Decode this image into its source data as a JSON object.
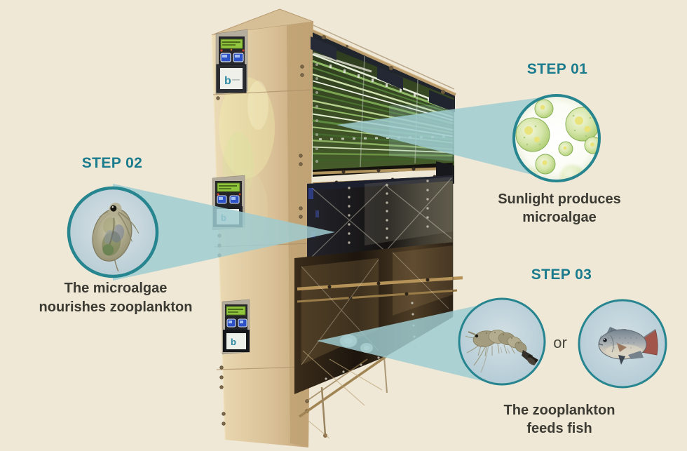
{
  "colors": {
    "background": "#f0e8d6",
    "accent_teal": "#1a7b8d",
    "caption_text": "#3c3b33",
    "callout_beam": "#9fccd1",
    "circle_ring": "#26858f"
  },
  "steps": [
    {
      "label": "STEP 01",
      "caption_line1": "Sunlight produces",
      "caption_line2": "microalgae",
      "icon": "microalgae-cells-icon"
    },
    {
      "label": "STEP 02",
      "caption_line1": "The microalgae",
      "caption_line2": "nourishes zooplankton",
      "icon": "zooplankton-icon"
    },
    {
      "label": "STEP 03",
      "caption_line1": "The zooplankton",
      "caption_line2": "feeds fish",
      "icon": "shrimp-or-fish-icon",
      "alternative_word": "or"
    }
  ],
  "machine": {
    "logo_letter": "b"
  }
}
